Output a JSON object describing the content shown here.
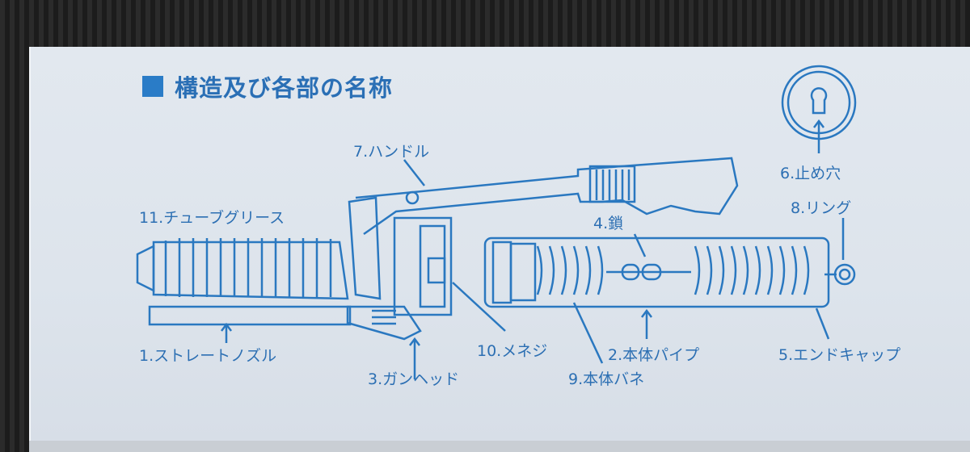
{
  "title": "構造及び各部の名称",
  "colors": {
    "line": "#2a78c0",
    "box": "#dfe6ee"
  },
  "parts": [
    {
      "label": "1.ストレートノズル"
    },
    {
      "label": "2.本体パイプ"
    },
    {
      "label": "3.ガンヘッド"
    },
    {
      "label": "4.鎖"
    },
    {
      "label": "5.エンドキャップ"
    },
    {
      "label": "6.止め穴"
    },
    {
      "label": "7.ハンドル"
    },
    {
      "label": "8.リング"
    },
    {
      "label": "9.本体バネ"
    },
    {
      "label": "10.メネジ"
    },
    {
      "label": "11.チューブグリース"
    }
  ]
}
